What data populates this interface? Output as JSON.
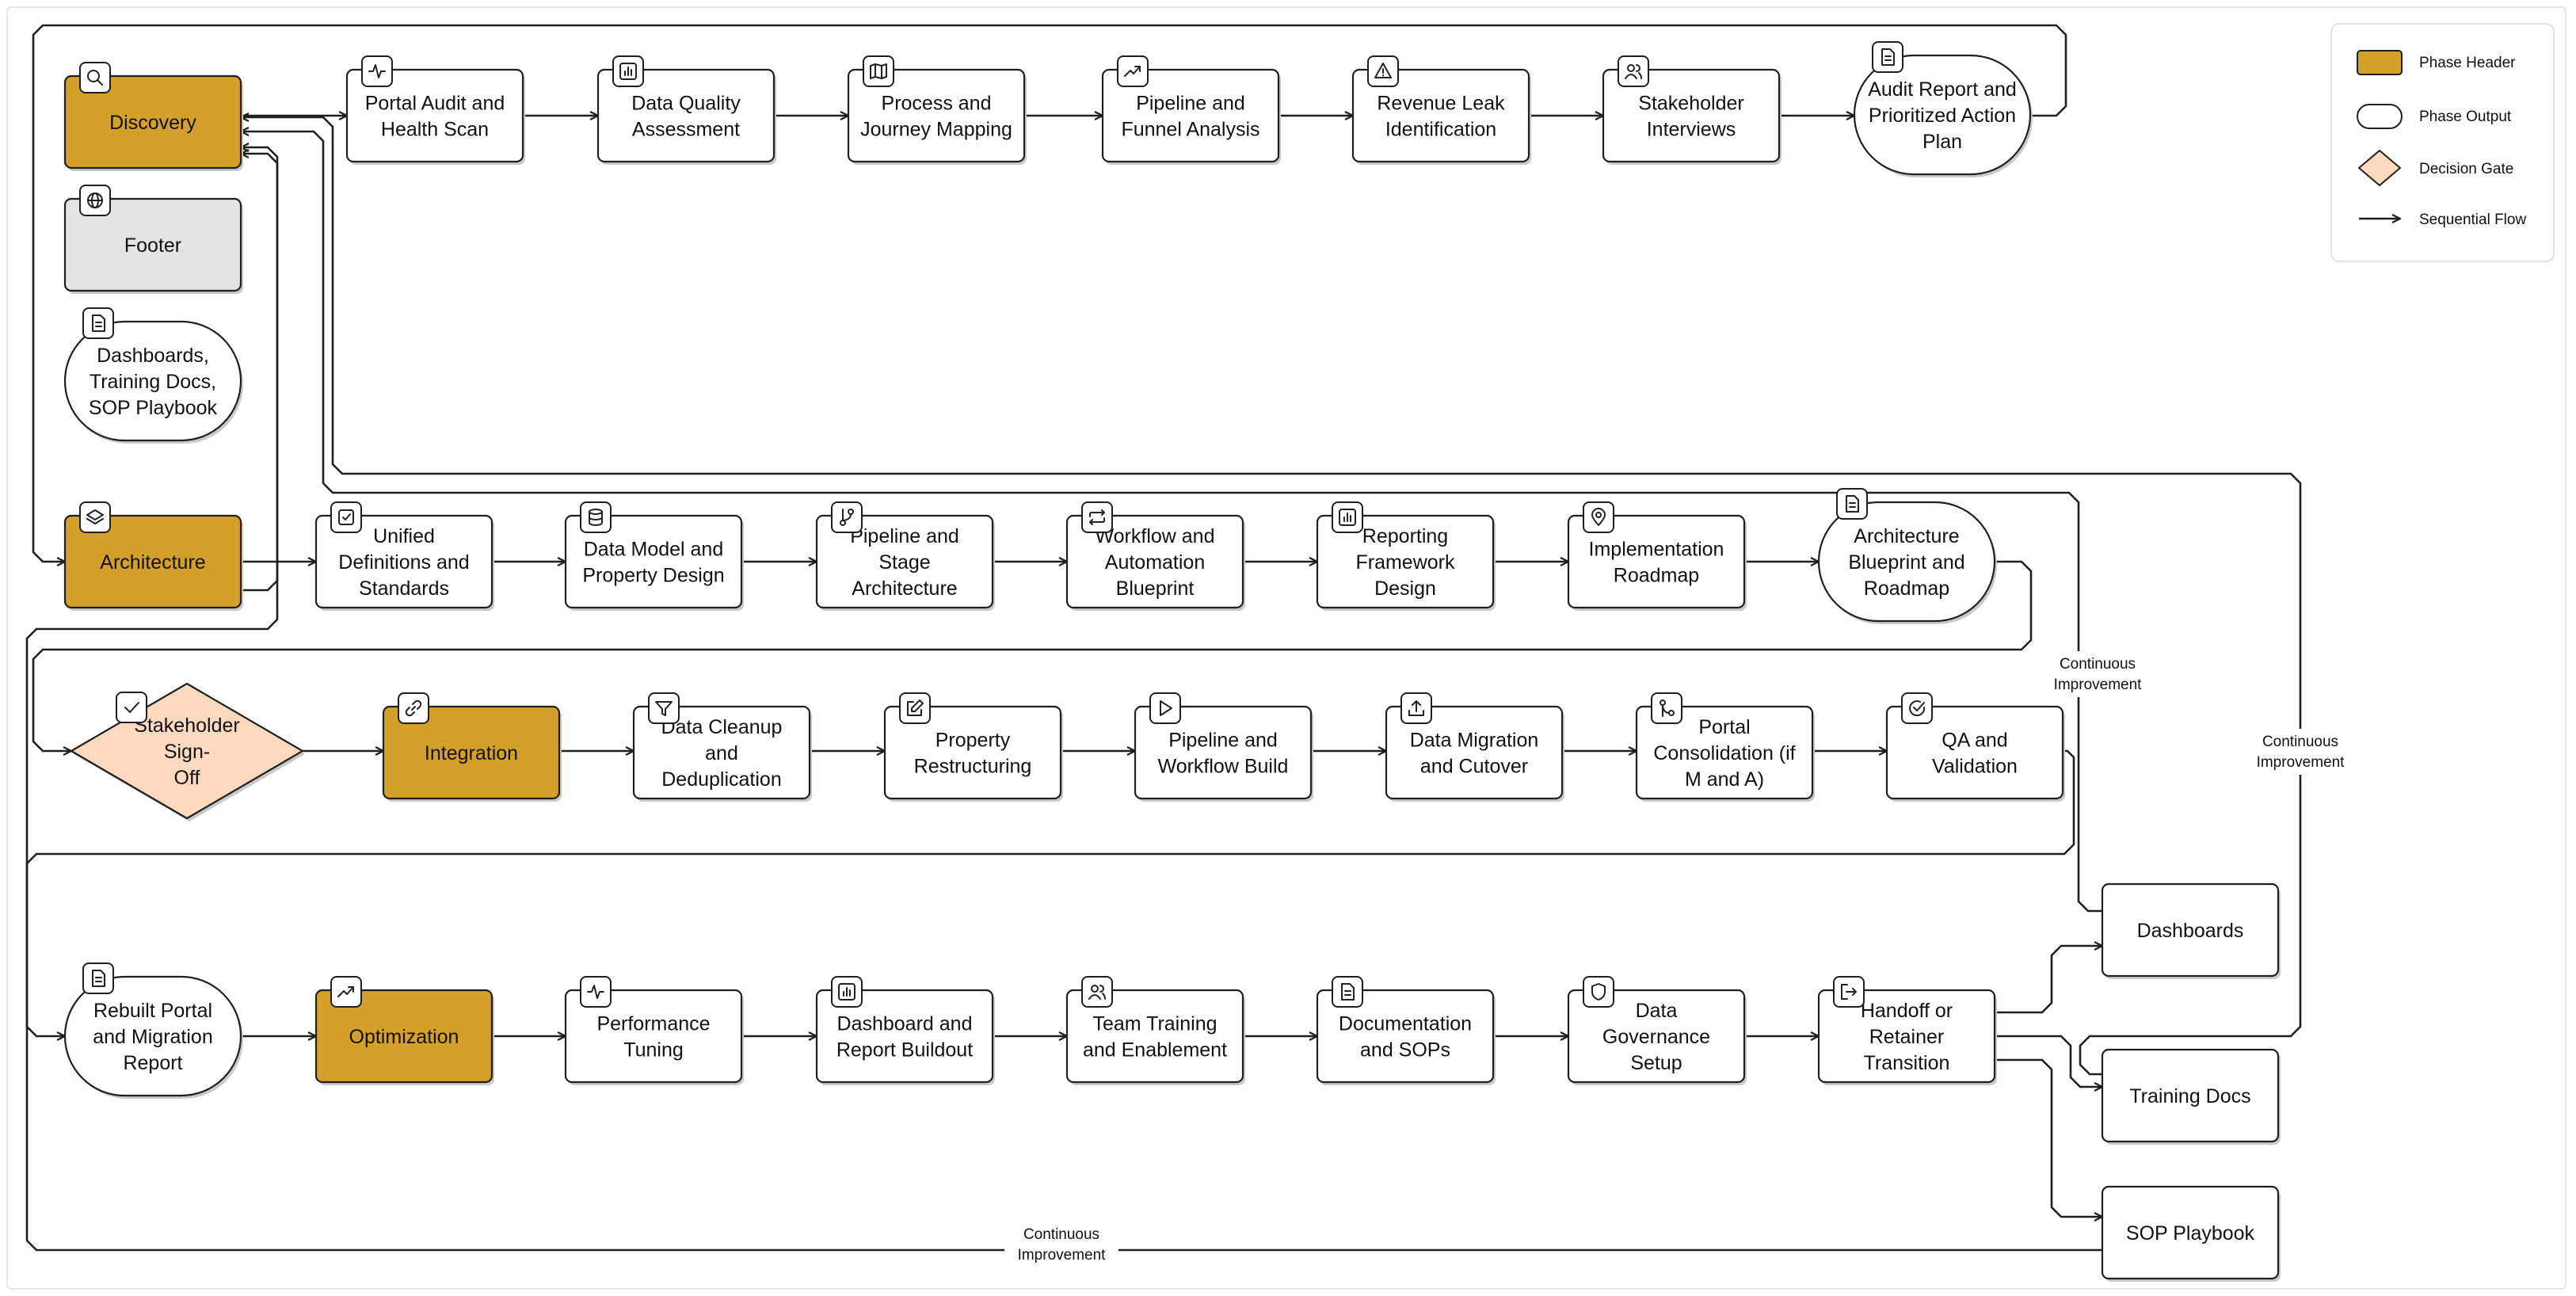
{
  "colors": {
    "phase_header": "#D4A02A",
    "footer": "#E4E4E7",
    "decision": "#FDD9C0",
    "output": "#FFFFFF",
    "stroke": "#1F1F1F"
  },
  "legend": {
    "items": [
      {
        "label": "Phase Header",
        "kind": "phase"
      },
      {
        "label": "Phase Output",
        "kind": "output"
      },
      {
        "label": "Decision Gate",
        "kind": "decision"
      },
      {
        "label": "Sequential Flow",
        "kind": "flow"
      }
    ]
  },
  "nodes": [
    {
      "id": "discovery",
      "lines": [
        "Discovery"
      ],
      "kind": "phase",
      "icon": "search-icon"
    },
    {
      "id": "footer",
      "lines": [
        "Footer"
      ],
      "kind": "footer",
      "icon": "globe-icon"
    },
    {
      "id": "dashboards-training-sop",
      "lines": [
        "Dashboards,",
        "Training Docs,",
        "SOP Playbook"
      ],
      "kind": "output",
      "icon": "document-icon"
    },
    {
      "id": "architecture",
      "lines": [
        "Architecture"
      ],
      "kind": "phase",
      "icon": "layers-icon"
    },
    {
      "id": "portal-audit",
      "lines": [
        "Portal Audit and",
        "Health Scan"
      ],
      "kind": "step",
      "icon": "activity-icon"
    },
    {
      "id": "data-quality",
      "lines": [
        "Data Quality",
        "Assessment"
      ],
      "kind": "step",
      "icon": "bar-chart-icon"
    },
    {
      "id": "process-journey",
      "lines": [
        "Process and",
        "Journey Mapping"
      ],
      "kind": "step",
      "icon": "map-icon"
    },
    {
      "id": "pipeline-funnel",
      "lines": [
        "Pipeline and",
        "Funnel Analysis"
      ],
      "kind": "step",
      "icon": "trending-up-icon"
    },
    {
      "id": "revenue-leak",
      "lines": [
        "Revenue Leak",
        "Identification"
      ],
      "kind": "step",
      "icon": "alert-triangle-icon"
    },
    {
      "id": "stakeholder-interviews",
      "lines": [
        "Stakeholder",
        "Interviews"
      ],
      "kind": "step",
      "icon": "users-icon"
    },
    {
      "id": "audit-report",
      "lines": [
        "Audit Report and",
        "Prioritized Action",
        "Plan"
      ],
      "kind": "output",
      "icon": "document-icon"
    },
    {
      "id": "unified-definitions",
      "lines": [
        "Unified",
        "Definitions and",
        "Standards"
      ],
      "kind": "step",
      "icon": "check-square-icon"
    },
    {
      "id": "data-model",
      "lines": [
        "Data Model and",
        "Property Design"
      ],
      "kind": "step",
      "icon": "database-icon"
    },
    {
      "id": "pipeline-stage",
      "lines": [
        "Pipeline and",
        "Stage",
        "Architecture"
      ],
      "kind": "step",
      "icon": "git-branch-icon"
    },
    {
      "id": "workflow-automation",
      "lines": [
        "Workflow and",
        "Automation",
        "Blueprint"
      ],
      "kind": "step",
      "icon": "repeat-icon"
    },
    {
      "id": "reporting-framework",
      "lines": [
        "Reporting",
        "Framework",
        "Design"
      ],
      "kind": "step",
      "icon": "bar-chart-icon"
    },
    {
      "id": "implementation-roadmap",
      "lines": [
        "Implementation",
        "Roadmap"
      ],
      "kind": "step",
      "icon": "map-pin-icon"
    },
    {
      "id": "architecture-blueprint",
      "lines": [
        "Architecture",
        "Blueprint and",
        "Roadmap"
      ],
      "kind": "output",
      "icon": "document-icon"
    },
    {
      "id": "stakeholder-signoff",
      "lines": [
        "Stakeholder",
        "Sign-",
        "Off"
      ],
      "kind": "decision",
      "icon": "check-icon"
    },
    {
      "id": "integration",
      "lines": [
        "Integration"
      ],
      "kind": "phase",
      "icon": "link-icon"
    },
    {
      "id": "data-cleanup",
      "lines": [
        "Data Cleanup",
        "and",
        "Deduplication"
      ],
      "kind": "step",
      "icon": "filter-icon"
    },
    {
      "id": "property-restructuring",
      "lines": [
        "Property",
        "Restructuring"
      ],
      "kind": "step",
      "icon": "edit-icon"
    },
    {
      "id": "pipeline-workflow-build",
      "lines": [
        "Pipeline and",
        "Workflow Build"
      ],
      "kind": "step",
      "icon": "play-icon"
    },
    {
      "id": "data-migration",
      "lines": [
        "Data Migration",
        "and Cutover"
      ],
      "kind": "step",
      "icon": "upload-icon"
    },
    {
      "id": "portal-consolidation",
      "lines": [
        "Portal",
        "Consolidation (if",
        "M and A)"
      ],
      "kind": "step",
      "icon": "git-merge-icon"
    },
    {
      "id": "qa-validation",
      "lines": [
        "QA and",
        "Validation"
      ],
      "kind": "step",
      "icon": "check-circle-icon"
    },
    {
      "id": "rebuilt-portal",
      "lines": [
        "Rebuilt Portal",
        "and Migration",
        "Report"
      ],
      "kind": "output",
      "icon": "document-icon"
    },
    {
      "id": "optimization",
      "lines": [
        "Optimization"
      ],
      "kind": "phase",
      "icon": "trending-up-icon"
    },
    {
      "id": "performance-tuning",
      "lines": [
        "Performance",
        "Tuning"
      ],
      "kind": "step",
      "icon": "activity-icon"
    },
    {
      "id": "dashboard-report",
      "lines": [
        "Dashboard and",
        "Report Buildout"
      ],
      "kind": "step",
      "icon": "bar-chart-icon"
    },
    {
      "id": "team-training",
      "lines": [
        "Team Training",
        "and Enablement"
      ],
      "kind": "step",
      "icon": "users-icon"
    },
    {
      "id": "documentation-sops",
      "lines": [
        "Documentation",
        "and SOPs"
      ],
      "kind": "step",
      "icon": "document-icon"
    },
    {
      "id": "data-governance",
      "lines": [
        "Data",
        "Governance",
        "Setup"
      ],
      "kind": "step",
      "icon": "shield-icon"
    },
    {
      "id": "handoff-retainer",
      "lines": [
        "Handoff or",
        "Retainer",
        "Transition"
      ],
      "kind": "step",
      "icon": "log-out-icon"
    },
    {
      "id": "dashboards",
      "lines": [
        "Dashboards"
      ],
      "kind": "step",
      "icon": ""
    },
    {
      "id": "training-docs",
      "lines": [
        "Training Docs"
      ],
      "kind": "step",
      "icon": ""
    },
    {
      "id": "sop-playbook",
      "lines": [
        "SOP Playbook"
      ],
      "kind": "step",
      "icon": ""
    }
  ],
  "edges": [
    {
      "from": "discovery",
      "to": "portal-audit"
    },
    {
      "from": "portal-audit",
      "to": "data-quality"
    },
    {
      "from": "data-quality",
      "to": "process-journey"
    },
    {
      "from": "process-journey",
      "to": "pipeline-funnel"
    },
    {
      "from": "pipeline-funnel",
      "to": "revenue-leak"
    },
    {
      "from": "revenue-leak",
      "to": "stakeholder-interviews"
    },
    {
      "from": "stakeholder-interviews",
      "to": "audit-report"
    },
    {
      "from": "audit-report",
      "to": "architecture"
    },
    {
      "from": "architecture",
      "to": "unified-definitions"
    },
    {
      "from": "unified-definitions",
      "to": "data-model"
    },
    {
      "from": "data-model",
      "to": "pipeline-stage"
    },
    {
      "from": "pipeline-stage",
      "to": "workflow-automation"
    },
    {
      "from": "workflow-automation",
      "to": "reporting-framework"
    },
    {
      "from": "reporting-framework",
      "to": "implementation-roadmap"
    },
    {
      "from": "implementation-roadmap",
      "to": "architecture-blueprint"
    },
    {
      "from": "architecture-blueprint",
      "to": "stakeholder-signoff"
    },
    {
      "from": "stakeholder-signoff",
      "to": "integration"
    },
    {
      "from": "integration",
      "to": "data-cleanup"
    },
    {
      "from": "data-cleanup",
      "to": "property-restructuring"
    },
    {
      "from": "property-restructuring",
      "to": "pipeline-workflow-build"
    },
    {
      "from": "pipeline-workflow-build",
      "to": "data-migration"
    },
    {
      "from": "data-migration",
      "to": "portal-consolidation"
    },
    {
      "from": "portal-consolidation",
      "to": "qa-validation"
    },
    {
      "from": "qa-validation",
      "to": "rebuilt-portal"
    },
    {
      "from": "rebuilt-portal",
      "to": "optimization"
    },
    {
      "from": "optimization",
      "to": "performance-tuning"
    },
    {
      "from": "performance-tuning",
      "to": "dashboard-report"
    },
    {
      "from": "dashboard-report",
      "to": "team-training"
    },
    {
      "from": "team-training",
      "to": "documentation-sops"
    },
    {
      "from": "documentation-sops",
      "to": "data-governance"
    },
    {
      "from": "data-governance",
      "to": "handoff-retainer"
    },
    {
      "from": "handoff-retainer",
      "to": "dashboards"
    },
    {
      "from": "handoff-retainer",
      "to": "training-docs"
    },
    {
      "from": "handoff-retainer",
      "to": "sop-playbook"
    },
    {
      "from": "architecture",
      "to": "discovery"
    },
    {
      "from": "dashboards",
      "to": "discovery",
      "label": [
        "Continuous",
        "Improvement"
      ]
    },
    {
      "from": "training-docs",
      "to": "discovery",
      "label": [
        "Continuous",
        "Improvement"
      ]
    },
    {
      "from": "sop-playbook",
      "to": "discovery",
      "label": [
        "Continuous",
        "Improvement"
      ]
    }
  ]
}
